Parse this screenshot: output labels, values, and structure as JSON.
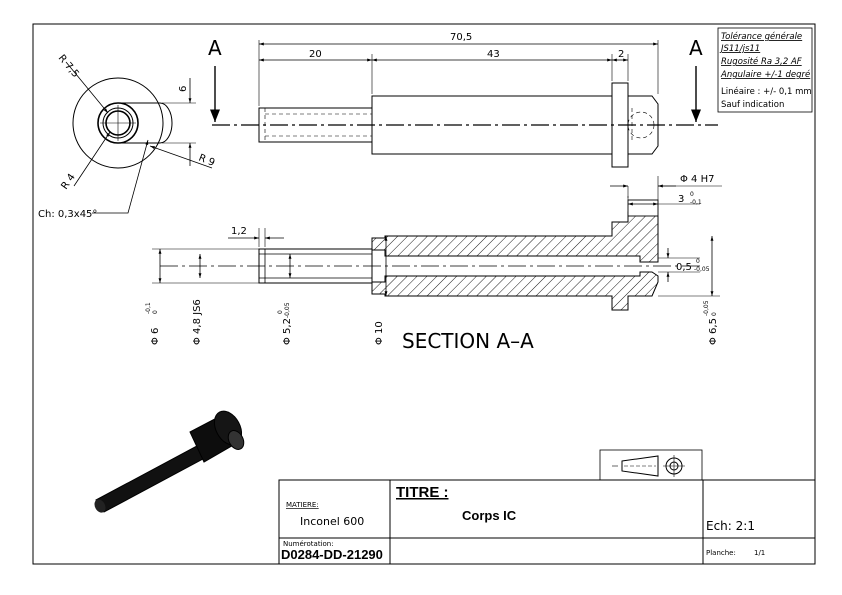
{
  "views": {
    "section_label_left": "A",
    "section_label_right": "A",
    "section_title": "SECTION A–A"
  },
  "dimensions": {
    "overall_length": "70,5",
    "len_20": "20",
    "len_43": "43",
    "len_2": "2",
    "height_6": "6",
    "radius_75": "R 7,5",
    "radius_4": "R 4",
    "radius_9": "R 9",
    "chamfer": "Ch: 0,3x45°",
    "len_12": "1,2",
    "bore_dia": "Φ 4 H7",
    "depth_3": "3",
    "depth_3_tol_upper": "0",
    "depth_3_tol_lower": "-0,1",
    "depth_05": "0,5",
    "depth_05_tol_upper": "0",
    "depth_05_tol_lower": "-0,05",
    "dia_6": "Φ 6",
    "dia_6_tol_upper": "-0,1",
    "dia_6_tol_lower": "0",
    "dia_48": "Φ 4,8 JS6",
    "dia_52": "Φ 5,2",
    "dia_52_tol_upper": "0",
    "dia_52_tol_lower": "-0,05",
    "dia_10": "Φ 10",
    "dia_65": "Φ 6,5",
    "dia_65_tol_upper": "-0,05",
    "dia_65_tol_lower": "0"
  },
  "tolerances_box": {
    "line1": "Tolérance générale",
    "line2": "JS11/js11",
    "line3": "Rugosité Ra 3,2 AF",
    "line4": "Angulaire +/-1 degré",
    "line5": "Linéaire : +/- 0,1 mm",
    "line6": "Sauf indication"
  },
  "title_block": {
    "matiere_label": "MATIERE:",
    "matiere_value": "Inconel 600",
    "numerotation_label": "Numérotation:",
    "numerotation_value": "D0284-DD-21290",
    "titre_label": "TITRE :",
    "titre_value": "Corps IC",
    "echelle": "Ech: 2:1",
    "planche_label": "Planche:",
    "planche_value": "1/1"
  }
}
